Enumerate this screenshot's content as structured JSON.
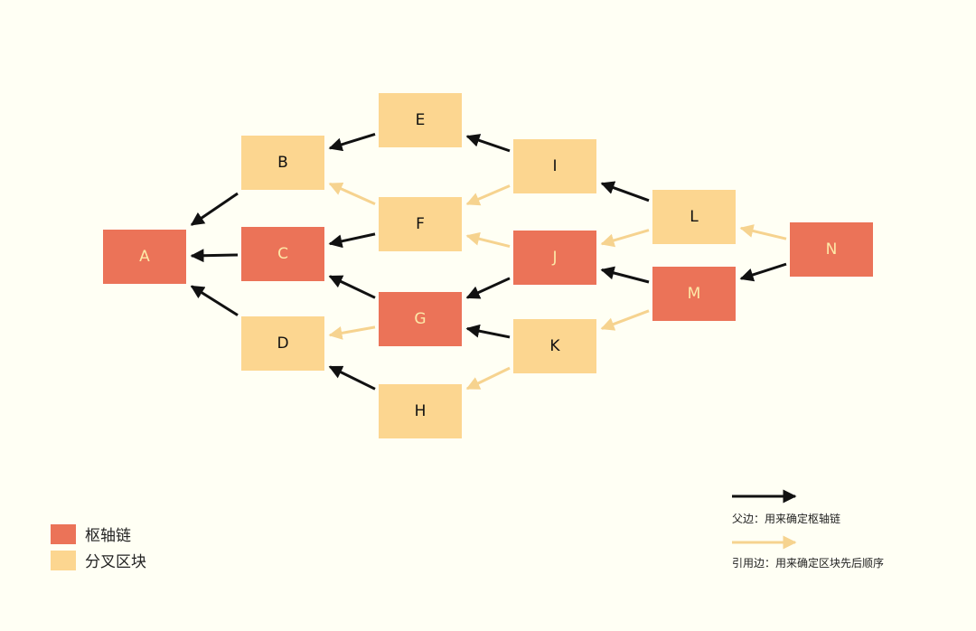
{
  "colors": {
    "background": "#fffff4",
    "pivot": "#eb7358",
    "branch": "#fcd690",
    "parent_edge": "#111111",
    "ref_edge": "#f6d38f",
    "pivot_text": "#fde9a8",
    "branch_text": "#111111"
  },
  "nodes": [
    {
      "id": "A",
      "label": "A",
      "kind": "pivot"
    },
    {
      "id": "B",
      "label": "B",
      "kind": "branch"
    },
    {
      "id": "C",
      "label": "C",
      "kind": "pivot"
    },
    {
      "id": "D",
      "label": "D",
      "kind": "branch"
    },
    {
      "id": "E",
      "label": "E",
      "kind": "branch"
    },
    {
      "id": "F",
      "label": "F",
      "kind": "branch"
    },
    {
      "id": "G",
      "label": "G",
      "kind": "pivot"
    },
    {
      "id": "H",
      "label": "H",
      "kind": "branch"
    },
    {
      "id": "I",
      "label": "I",
      "kind": "branch"
    },
    {
      "id": "J",
      "label": "J",
      "kind": "pivot"
    },
    {
      "id": "K",
      "label": "K",
      "kind": "branch"
    },
    {
      "id": "L",
      "label": "L",
      "kind": "branch"
    },
    {
      "id": "M",
      "label": "M",
      "kind": "pivot"
    },
    {
      "id": "N",
      "label": "N",
      "kind": "pivot"
    }
  ],
  "edges": [
    {
      "from": "B",
      "to": "A",
      "kind": "parent"
    },
    {
      "from": "C",
      "to": "A",
      "kind": "parent"
    },
    {
      "from": "D",
      "to": "A",
      "kind": "parent"
    },
    {
      "from": "E",
      "to": "B",
      "kind": "parent"
    },
    {
      "from": "F",
      "to": "B",
      "kind": "ref"
    },
    {
      "from": "F",
      "to": "C",
      "kind": "parent"
    },
    {
      "from": "G",
      "to": "C",
      "kind": "parent"
    },
    {
      "from": "G",
      "to": "D",
      "kind": "ref"
    },
    {
      "from": "H",
      "to": "D",
      "kind": "parent"
    },
    {
      "from": "I",
      "to": "E",
      "kind": "parent"
    },
    {
      "from": "I",
      "to": "F",
      "kind": "ref"
    },
    {
      "from": "J",
      "to": "F",
      "kind": "ref"
    },
    {
      "from": "J",
      "to": "G",
      "kind": "parent"
    },
    {
      "from": "K",
      "to": "G",
      "kind": "parent"
    },
    {
      "from": "K",
      "to": "H",
      "kind": "ref"
    },
    {
      "from": "L",
      "to": "I",
      "kind": "parent"
    },
    {
      "from": "L",
      "to": "J",
      "kind": "ref"
    },
    {
      "from": "M",
      "to": "J",
      "kind": "parent"
    },
    {
      "from": "M",
      "to": "K",
      "kind": "ref"
    },
    {
      "from": "N",
      "to": "L",
      "kind": "ref"
    },
    {
      "from": "N",
      "to": "M",
      "kind": "parent"
    }
  ],
  "legend": {
    "pivot_label": "枢轴链",
    "branch_label": "分叉区块",
    "parent_edge_label": "父边：用来确定枢轴链",
    "ref_edge_label": "引用边：用来确定区块先后顺序"
  }
}
